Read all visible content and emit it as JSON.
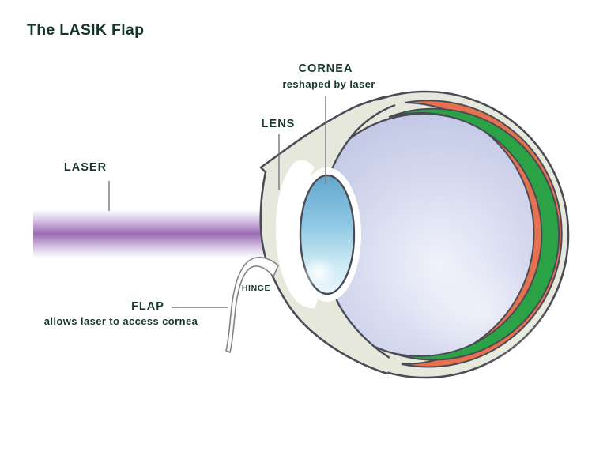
{
  "title": "The LASIK Flap",
  "labels": {
    "laser": "LASER",
    "lens": "LENS",
    "cornea": "CORNEA",
    "cornea_sub": "reshaped by laser",
    "hinge": "HINGE",
    "flap": "FLAP",
    "flap_sub": "allows laser to access cornea"
  },
  "colors": {
    "label_text": "#17382a",
    "outline": "#4b4b57",
    "sclera_shell": "#e5e8da",
    "red_layer": "#e5714f",
    "green_layer": "#2ba245",
    "interior_edge": "#b4badf",
    "interior_center": "#f0f2fb",
    "lens_top": "#63a7cf",
    "lens_bottom": "#e9f7fc",
    "laser_core": "#9a6cb2",
    "laser_fade": "#fdfcfe",
    "pointer_line": "#7d7d85",
    "background": "#ffffff"
  }
}
